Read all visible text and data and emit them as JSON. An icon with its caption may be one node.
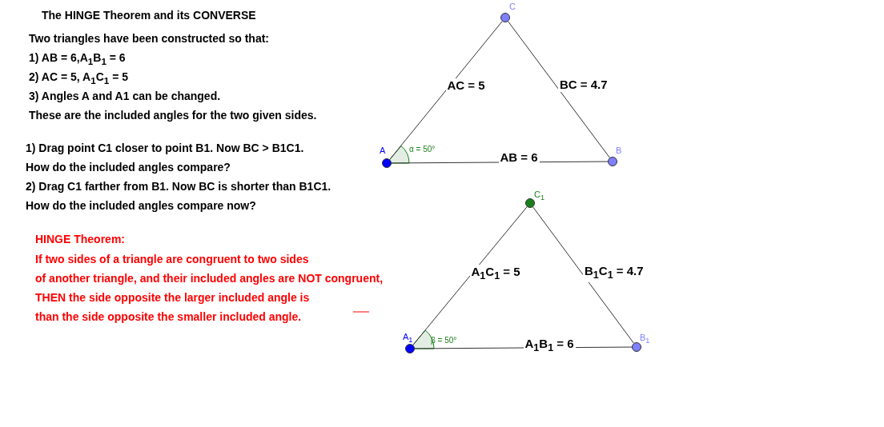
{
  "diagram": {
    "title": "The HINGE Theorem and its CONVERSE",
    "nodes": [
      {
        "text": [
          "C"
        ]
      },
      {
        "text": [
          "A"
        ]
      },
      {
        "text": [
          "B"
        ]
      },
      {
        "text": [
          "C$_{1}$"
        ]
      },
      {
        "text": [
          "A$_{1}$"
        ]
      },
      {
        "text": [
          "B$_{1}$"
        ]
      }
    ],
    "edges": [
      {
        "from": 1,
        "to": 0,
        "arrow": "none",
        "label": "AC = 5"
      },
      {
        "from": 0,
        "to": 2,
        "arrow": "none",
        "label": "BC = 4.7"
      },
      {
        "from": 1,
        "to": 2,
        "arrow": "none",
        "label": "AB = 6"
      },
      {
        "from": 4,
        "to": 3,
        "arrow": "none",
        "label": "A$_{1}$C$_{1}$ = 5"
      },
      {
        "from": 3,
        "to": 5,
        "arrow": "none",
        "label": "B$_{1}$C$_{1}$ = 4.7"
      },
      {
        "from": 4,
        "to": 5,
        "arrow": "none",
        "label": "A$_{1}$B$_{1}$ = 6"
      }
    ],
    "labels": [
      "Two triangles have been constructed so that:",
      "1) AB = 6,A$_{1}$B$_{1}$ = 6",
      "2) AC = 5, A$_{1}$C$_{1}$ = 5",
      "3) Angles A  and A1 can be changed.",
      "These are the included angles for the two given sides.",
      "1) Drag point C1 closer to  point B1. Now BC > B1C1.",
      "How do the included angles compare?",
      "2) Drag C1 farther from B1. Now BC is shorter than B1C1.",
      "How do the included angles compare now?",
      "HINGE Theorem:",
      "If two sides of a triangle are congruent to two sides",
      "of another triangle, and their included angles are NOT congruent,",
      "THEN the side opposite the larger included angle is",
      "than the side opposite the smaller included angle.",
      "α = 50°",
      "β = 50°"
    ]
  }
}
